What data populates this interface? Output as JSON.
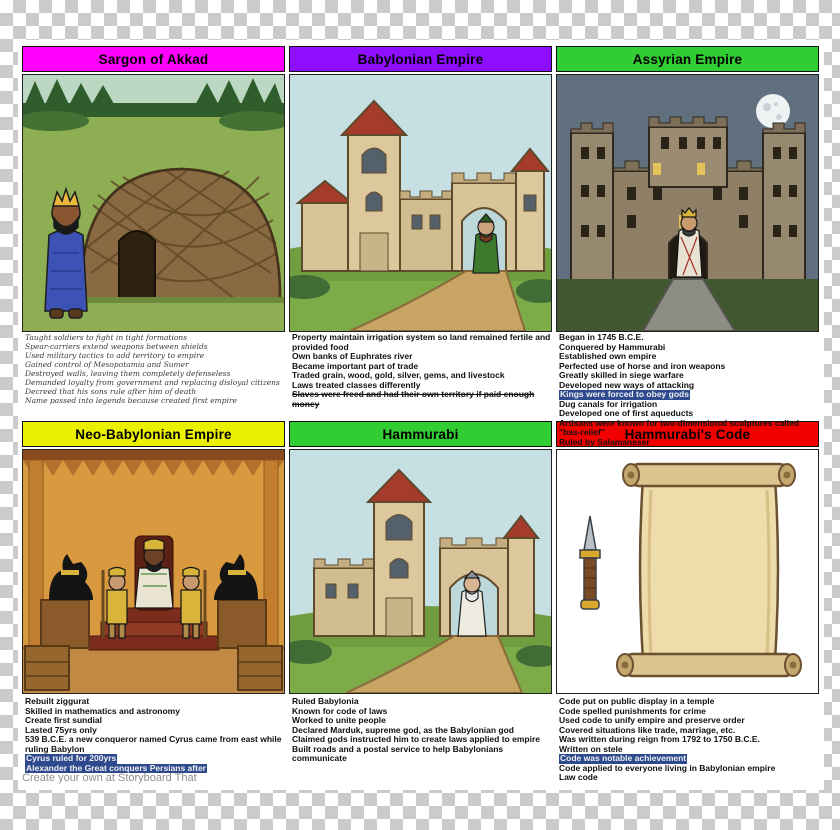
{
  "watermark": "Create your own at Storyboard That",
  "highlight_color": "#2e4a8f",
  "panels": [
    {
      "title": "Sargon of Akkad",
      "header_color": "#ff00ff",
      "lines": [
        "Taught soldiers to fight in tight formations",
        "Spear-carriers extend weapons between shields",
        "Used military tactics to add territory to empire",
        "Gained control of Mesopotamia and Sumer",
        "Destroyed walls, leaving them completely defenseless",
        "Demanded loyalty from government and replacing disloyal citizens",
        "Decreed that his sons rule after him of death",
        "Name passed into legends because created first empire"
      ]
    },
    {
      "title": "Babylonian Empire",
      "header_color": "#8e0fff",
      "lines": [
        "Property maintain irrigation system so land remained fertile and provided food",
        "Own banks of Euphrates river",
        "Became important part of trade",
        "Traded grain, wood, gold, silver, gems, and livestock",
        "Laws treated classes differently",
        {
          "text": "Slaves were freed and had their own territory if paid enough money",
          "strike": true
        }
      ]
    },
    {
      "title": "Assyrian Empire",
      "header_color": "#32cd32",
      "lines": [
        "Began in 1745 B.C.E.",
        "Conquered by Hammurabi",
        "Established own empire",
        "Perfected use of horse and iron weapons",
        "Greatly skilled in siege warfare",
        "Developed new ways of attacking",
        {
          "text": "Kings were forced to obey gods",
          "highlight": true
        },
        "Dug canals for irrigation",
        "Developed one of first aqueducts",
        "Artisans were known for two-dimensional sculptures called \"bas-relief\"",
        "Ruled by Salamaneser"
      ]
    },
    {
      "title": "Neo-Babylonian Empire",
      "header_color": "#eaf000",
      "lines": [
        "Rebuilt ziggurat",
        "Skilled in mathematics and astronomy",
        "Create first sundial",
        "Lasted 75yrs only",
        "539 B.C.E. a new conqueror named Cyrus came from east while ruling Babylon",
        {
          "text": "Cyrus ruled for 200yrs",
          "highlight": true
        },
        {
          "text": "Alexander the Great conquers Persians after",
          "highlight": true
        }
      ]
    },
    {
      "title": "Hammurabi",
      "header_color": "#32cd32",
      "lines": [
        "Ruled Babylonia",
        "Known for code of laws",
        "Worked to unite people",
        "Declared Marduk, supreme god, as the Babylonian god",
        "Claimed gods instructed him to create laws applied to empire",
        "Built roads and a postal service to help Babylonians communicate"
      ]
    },
    {
      "title": "Hammurabi's Code",
      "header_color": "#f20000",
      "lines": [
        "Code put on public display in a temple",
        "Code spelled punishments for crime",
        "Used code to unify empire and preserve order",
        "Covered situations like trade, marriage, etc.",
        "Was written during reign from 1792 to 1750 B.C.E.",
        "Written on stele",
        {
          "text": "Code was notable achievement",
          "highlight": true
        },
        "Code applied to everyone living in Babylonian empire",
        "Law code"
      ]
    }
  ]
}
